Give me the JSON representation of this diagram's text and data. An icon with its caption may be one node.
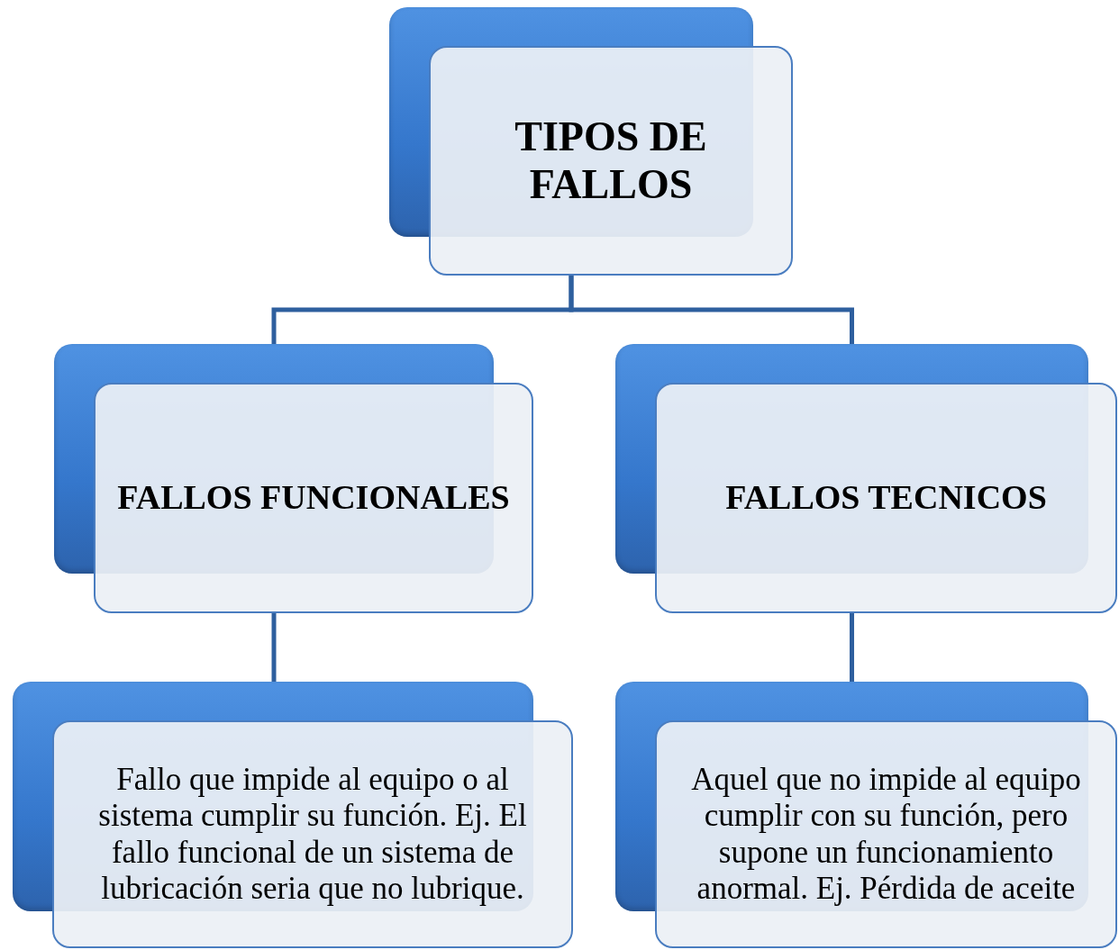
{
  "diagram": {
    "nodes": [
      {
        "text": [
          "TIPOS DE FALLOS"
        ]
      },
      {
        "text": [
          "FALLOS FUNCIONALES"
        ]
      },
      {
        "text": [
          "FALLOS TECNICOS"
        ]
      },
      {
        "text": [
          "Fallo que impide al equipo o al sistema cumplir su función. Ej. El fallo funcional de  un sistema de lubricación seria que no lubrique."
        ]
      },
      {
        "text": [
          "Aquel que no impide al equipo  cumplir con su función, pero supone un funcionamiento anormal. Ej. Pérdida de aceite"
        ]
      }
    ],
    "edges": [
      {
        "from": 0,
        "to": 1,
        "arrow": "none"
      },
      {
        "from": 0,
        "to": 2,
        "arrow": "none"
      },
      {
        "from": 1,
        "to": 3,
        "arrow": "none"
      },
      {
        "from": 2,
        "to": 4,
        "arrow": "none"
      }
    ]
  }
}
